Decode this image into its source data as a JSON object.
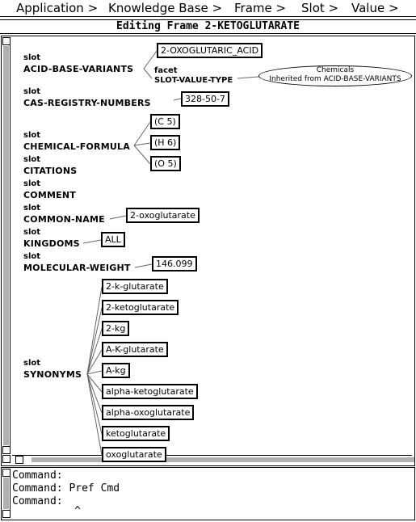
{
  "menu": [
    "Application >",
    "Knowledge Base >",
    "Frame >",
    "Slot >",
    "Value >"
  ],
  "title": "Editing Frame 2-KETOGLUTARATE",
  "slot_keyword": "slot",
  "facet_keyword": "facet",
  "slots": [
    {
      "name": "ACID-BASE-VARIANTS",
      "values": [
        "2-OXOGLUTARIC_ACID"
      ]
    },
    {
      "name": "CAS-REGISTRY-NUMBERS",
      "values": [
        "328-50-7"
      ]
    },
    {
      "name": "CHEMICAL-FORMULA",
      "values": [
        "(C 5)",
        "(H 6)",
        "(O 5)"
      ]
    },
    {
      "name": "CITATIONS",
      "values": []
    },
    {
      "name": "COMMENT",
      "values": []
    },
    {
      "name": "COMMON-NAME",
      "values": [
        "2-oxoglutarate"
      ]
    },
    {
      "name": "KINGDOMS",
      "values": [
        "ALL"
      ]
    },
    {
      "name": "MOLECULAR-WEIGHT",
      "values": [
        "146.099"
      ]
    },
    {
      "name": "SYNONYMS",
      "values": [
        "2-k-glutarate",
        "2-ketoglutarate",
        "2-kg",
        "A-K-glutarate",
        "A-kg",
        "alpha-ketoglutarate",
        "alpha-oxoglutarate",
        "ketoglutarate",
        "oxoglutarate"
      ]
    }
  ],
  "facet": {
    "name": "SLOT-VALUE-TYPE",
    "value": "Chemicals",
    "inherited": "Inherited from ACID-BASE-VARIANTS"
  },
  "command_lines": [
    "Command:",
    "Command: Pref Cmd",
    "Command:"
  ],
  "cursor": "^"
}
